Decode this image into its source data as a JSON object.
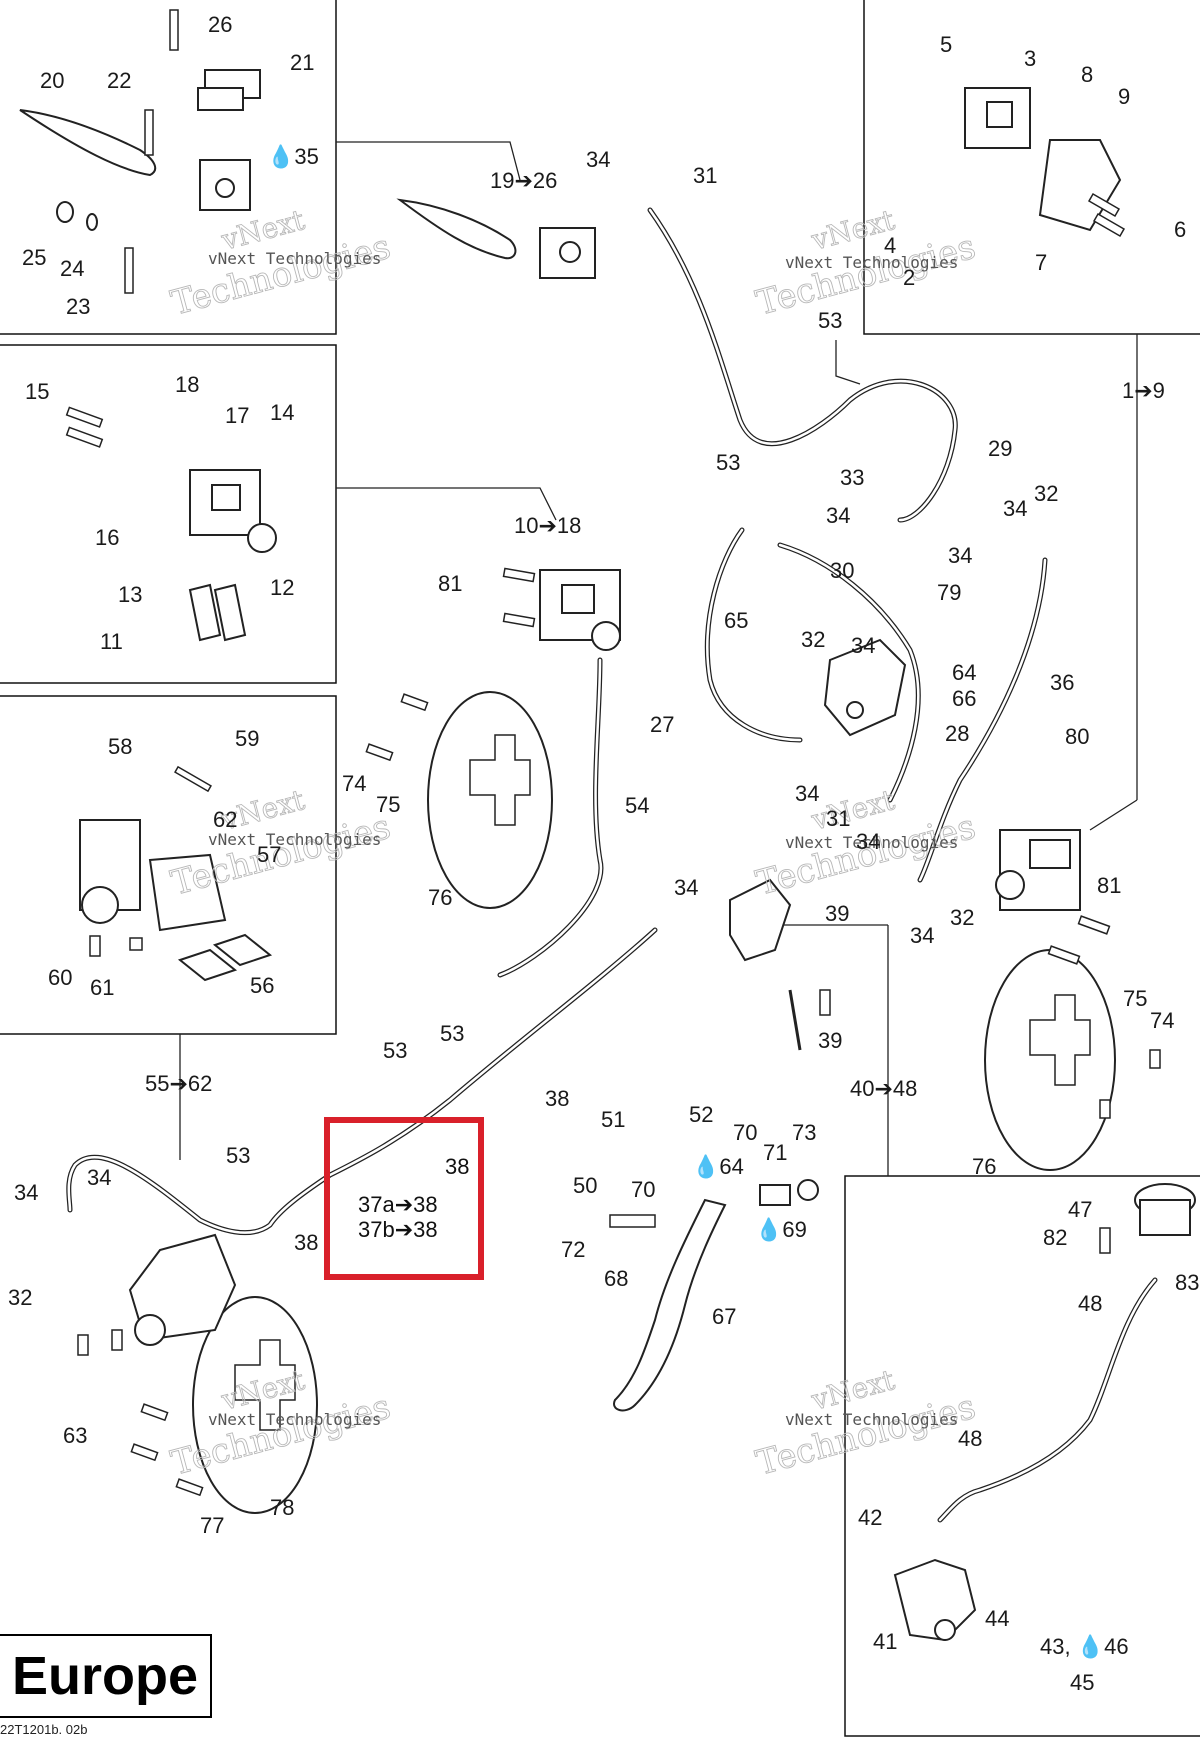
{
  "region": "Europe",
  "doc_ref": "22T1201b. 02b",
  "highlight": {
    "color": "#d9202a",
    "line1": "37a➔38",
    "line2": "37b➔38",
    "part": "38"
  },
  "watermark": {
    "company": "vNext Technologies",
    "line_a": "vNext",
    "line_b": "Technologies"
  },
  "callouts": {
    "p20": "20",
    "p22": "22",
    "p26": "26",
    "p21": "21",
    "p35": "💧35",
    "p25": "25",
    "p24": "24",
    "p23": "23",
    "p1926": "19➔26",
    "p34a": "34",
    "p31a": "31",
    "p5": "5",
    "p3": "3",
    "p8": "8",
    "p9": "9",
    "p4": "4",
    "p2": "2",
    "p7": "7",
    "p6": "6",
    "p53a": "53",
    "p53b": "53",
    "p29": "29",
    "p19": "1➔9",
    "p15": "15",
    "p18": "18",
    "p17": "17",
    "p14": "14",
    "p16": "16",
    "p12": "12",
    "p13": "13",
    "p11": "11",
    "p1018": "10➔18",
    "p81a": "81",
    "p33": "33",
    "p34b": "34",
    "p34c": "34",
    "p34d": "34",
    "p32a": "32",
    "p30": "30",
    "p79": "79",
    "p65": "65",
    "p32b": "32",
    "p34e": "34",
    "p64": "64",
    "p66": "66",
    "p28": "28",
    "p27": "27",
    "p36": "36",
    "p80": "80",
    "p34f": "34",
    "p31b": "31",
    "p34g": "34",
    "p58": "58",
    "p59": "59",
    "p74a": "74",
    "p75a": "75",
    "p62": "62",
    "p57": "57",
    "p76a": "76",
    "p54": "54",
    "p60": "60",
    "p61": "61",
    "p56": "56",
    "p34h": "34",
    "p39a": "39",
    "p39b": "39",
    "p34i": "34",
    "p32c": "32",
    "p81b": "81",
    "p53c": "53",
    "p38a": "38",
    "p5562": "55➔62",
    "p53d": "53",
    "p4048": "40➔48",
    "p75b": "75",
    "p74b": "74",
    "p76b": "76",
    "p51": "51",
    "p52": "52",
    "p50": "50",
    "p64b": "💧64",
    "p70a": "70",
    "p70b": "70",
    "p71": "71",
    "p73": "73",
    "p72": "72",
    "p69": "💧69",
    "p68": "68",
    "p67": "67",
    "p34j": "34",
    "p34k": "34",
    "p53e": "53",
    "p38b": "38",
    "p32d": "32",
    "p63": "63",
    "p77": "77",
    "p78": "78",
    "p47": "47",
    "p82": "82",
    "p83": "83",
    "p48a": "48",
    "p48b": "48",
    "p42": "42",
    "p41": "41",
    "p44": "44",
    "p4346": "43, 💧46",
    "p45": "45"
  }
}
